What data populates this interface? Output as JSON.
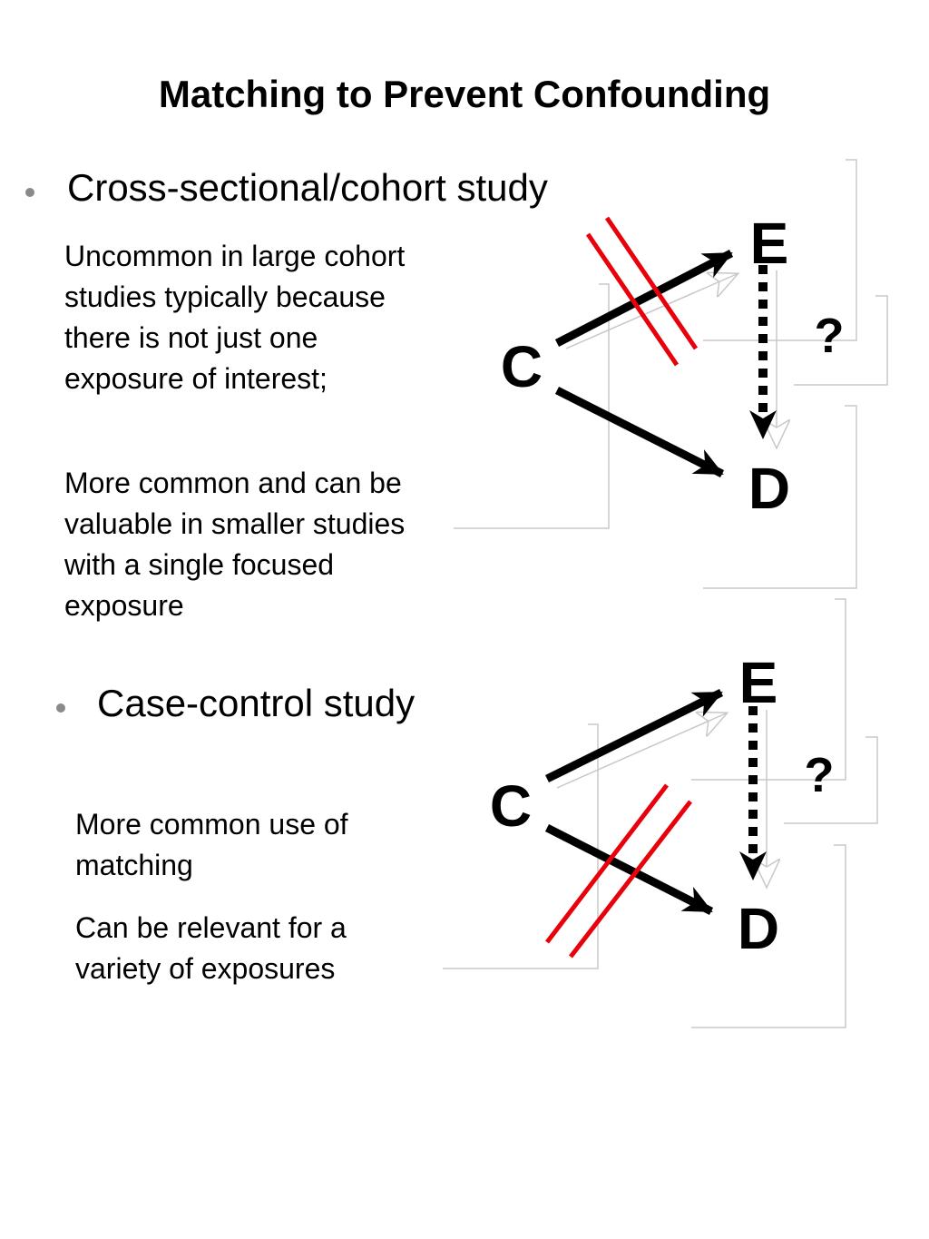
{
  "title": "Matching to Prevent Confounding",
  "section1": {
    "heading": "Cross-sectional/cohort study",
    "paragraphs": [
      "Uncommon in large cohort studies typically because there is not just one exposure of interest;",
      "More common and can be valuable in smaller studies with a single focused exposure"
    ]
  },
  "section2": {
    "heading": "Case-control study",
    "paragraphs": [
      "More common use of matching",
      "Can be relevant for a variety of exposures"
    ]
  },
  "diagram1": {
    "confounder": "C",
    "exposure": "E",
    "outcome": "D",
    "question": "?"
  },
  "diagram2": {
    "confounder": "C",
    "exposure": "E",
    "outcome": "D",
    "question": "?"
  },
  "colors": {
    "strike": "#e8000b",
    "arrow": "#000000",
    "frame": "#c8c8c8"
  }
}
